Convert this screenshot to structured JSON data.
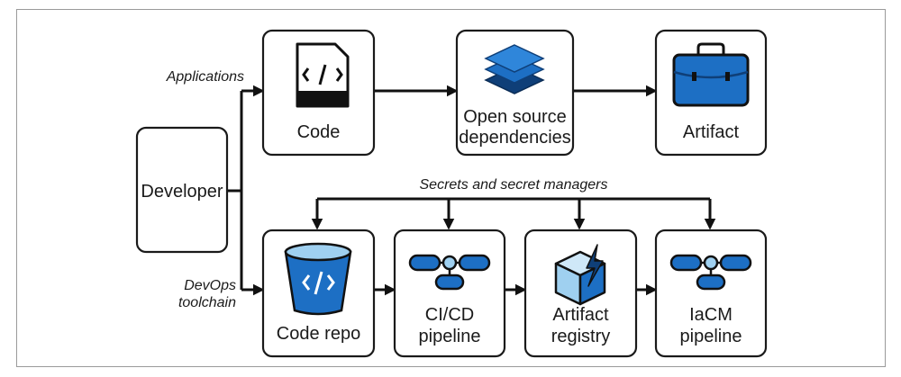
{
  "nodes": {
    "developer": "Developer",
    "code": "Code",
    "open_source": [
      "Open source",
      "dependencies"
    ],
    "artifact": "Artifact",
    "code_repo": "Code repo",
    "cicd": [
      "CI/CD",
      "pipeline"
    ],
    "artifact_registry": [
      "Artifact",
      "registry"
    ],
    "iacm": [
      "IaCM",
      "pipeline"
    ]
  },
  "edge_labels": {
    "applications": "Applications",
    "devops": [
      "DevOps",
      "toolchain"
    ],
    "secrets": "Secrets and secret managers"
  },
  "icons": {
    "code": "code-file-icon",
    "open_source": "layers-stack-icon",
    "artifact": "briefcase-icon",
    "code_repo": "bucket-code-icon",
    "cicd": "pipeline-nodes-icon",
    "artifact_registry": "cube-lightning-icon",
    "iacm": "pipeline-nodes-icon"
  },
  "colors": {
    "accent_blue": "#1d6fc4",
    "dark_blue": "#0f3f78",
    "light_blue": "#9fd0f0",
    "stroke": "#111111"
  }
}
